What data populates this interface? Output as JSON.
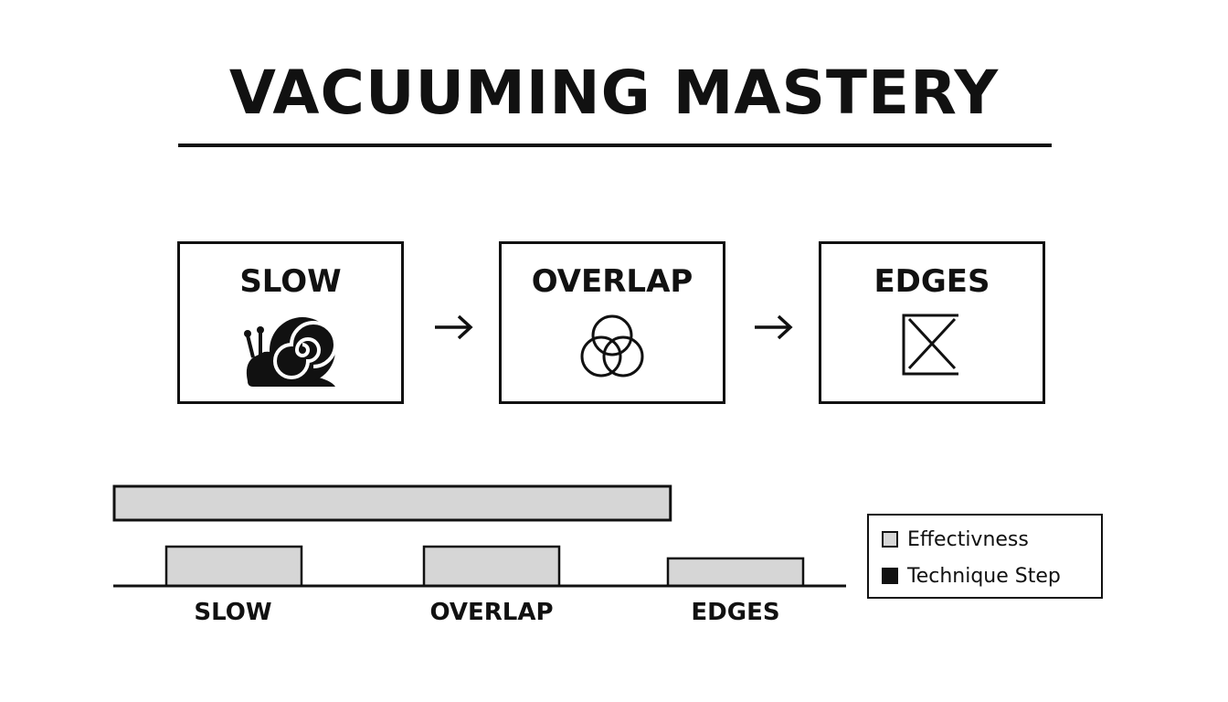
{
  "title": "VACUUMING MASTERY",
  "steps": [
    {
      "label": "SLOW",
      "icon": "snail-icon"
    },
    {
      "label": "OVERLAP",
      "icon": "overlapping-circles-icon"
    },
    {
      "label": "EDGES",
      "icon": "boxed-x-icon"
    }
  ],
  "colors": {
    "ink": "#111111",
    "bar_fill": "#d6d6d6",
    "technique_fill": "#111111"
  },
  "chart_data": {
    "type": "bar",
    "categories": [
      "SLOW",
      "OVERLAP",
      "EDGES"
    ],
    "series": [
      {
        "name": "Effectivness",
        "values": [
          1.0,
          1.0,
          0.7
        ]
      }
    ],
    "summary_bar": {
      "value": 0.76
    },
    "legend": {
      "placement": "right",
      "entries": [
        {
          "label": "Effectivness",
          "color": "#d6d6d6"
        },
        {
          "label": "Technique Step",
          "color": "#111111"
        }
      ]
    }
  }
}
